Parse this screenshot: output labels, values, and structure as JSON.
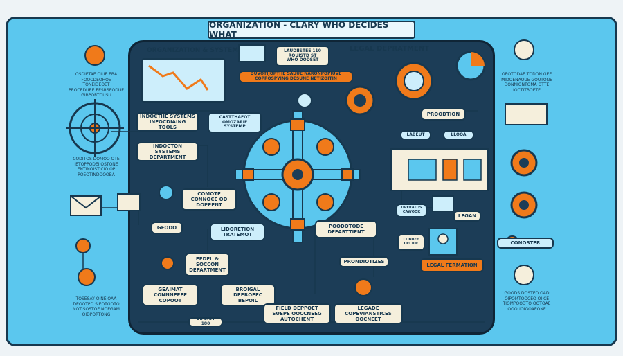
{
  "title": "ORGANIZATION - CLARY WHO DECIDES WHAT",
  "headers": {
    "org_system": "ORGANIZATION & SYSTEM",
    "legal_department": "LEGAL DEPRATMENT",
    "top_note": "LAUDIISTEE 110\nROUISTD ST\nWHO DODSET"
  },
  "labels": {
    "orange_banner": "DUVOTIJOPTHE SAUUE NARONPOPIUVE\nCOPPOSPYING DESUNE NETIZOITIN",
    "tooling": "INDOCTHE SYSTEMS\nINFOCDIAING TOOLS",
    "customer_note": "CASTTHAEOT\nOMOZARIE\nSYSTEMP",
    "systems_dept": "INDOCTON SYSTEMS\nDEPARTMENT",
    "promotion": "PROODTION",
    "labels_sub1": "LABEUT",
    "labels_sub2": "LLOOA",
    "contact_dept": "COMOTE\nCONNOCE OD\nDOPPENT",
    "unit_left": "GEODO",
    "legislation": "LIDORETION\nTRATEMOT",
    "prod_dept": "POODOTODE\nDEPARTTIENT",
    "support_small": "OPERATOS\nCAWOOK",
    "legan": "LEGAN",
    "decide": "CONBEE\nDECIDE",
    "legal_formation": "LEGAL FERMATION",
    "fedel": "FEDEL &\nSOCCON\nDEPARTMENT",
    "pronditories": "PRONDIOTIZES",
    "general": "GEAIMAT\nCONNNEEEE\nCOPOOT",
    "broiga": "BROIGAL\nDEPROEEC\nBEPOIL",
    "field_dept": "FIELD DEPPOET\nSUEPE OOCCNEEG\nAUTOCHENT",
    "legade": "LEGADE\nCOPEVIANSTICES\nOOCNEET",
    "conoster": "CONOSTER",
    "bottom_bar": "DE SIOT 180"
  },
  "notes": {
    "left_top": "OSDIETAE OIUE EBA\nFOOCDEOHOE TONEIDEOET\nPROCEDURE EESRSEODUE\nGIBPORTOUSU",
    "left_mid": "CODITOS DOMOO OTE\nIETOPPODEI OSTONE\nENTINOISTICIO OP\nPOEOTINDOOOBA",
    "left_bottom": "TOSESAY OINE OAA\nDEOOTPD SIEOTGOTO\nNOTISOSTOE NOEGAM\nOIDPORTONG",
    "right_top": "OEOTODAE TODON GEE\nMIDOENAOUE GOUTONE\nDONNIONTOMA OTTE\nIOCTITBOETE",
    "right_bottom": "GOODS DOSTEO OAD\nOIPOMTOOCEO OI CE\nTIOMPOODTO OOTOAE\nOOOUOIGOAEONE"
  },
  "colors": {
    "background": "#5bc7ee",
    "panel": "#1c3d57",
    "accent": "#f07a1a",
    "outline": "#17384f",
    "cream": "#f5efdc"
  }
}
